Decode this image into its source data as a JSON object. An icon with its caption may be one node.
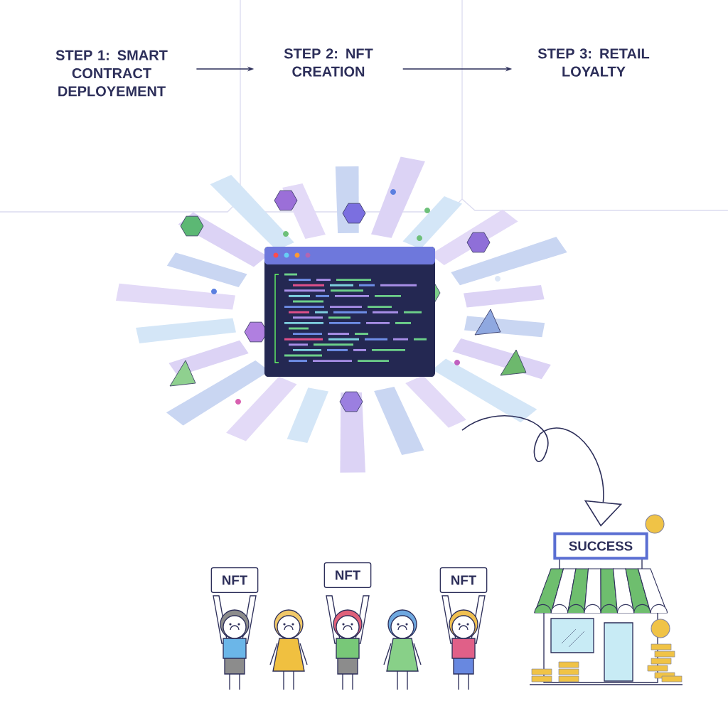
{
  "diagram": {
    "nodes": [
      {
        "text": [
          "STEP 1: SMART CONTRACT DEPLOYEMENT"
        ]
      },
      {
        "text": [
          "STEP 2: NFT CREATION"
        ]
      },
      {
        "text": [
          "STEP 3: RETAIL LOYALTY"
        ]
      },
      {
        "text": [
          "NFT"
        ]
      },
      {
        "text": [
          "NFT"
        ]
      },
      {
        "text": [
          "NFT"
        ]
      },
      {
        "text": [
          "SUCCESS"
        ]
      }
    ],
    "edges": [
      {
        "from": 0,
        "to": 1,
        "arrow": "to"
      },
      {
        "from": 1,
        "to": 2,
        "arrow": "to"
      },
      {
        "from": null,
        "to": 6,
        "arrow": "to"
      }
    ]
  }
}
